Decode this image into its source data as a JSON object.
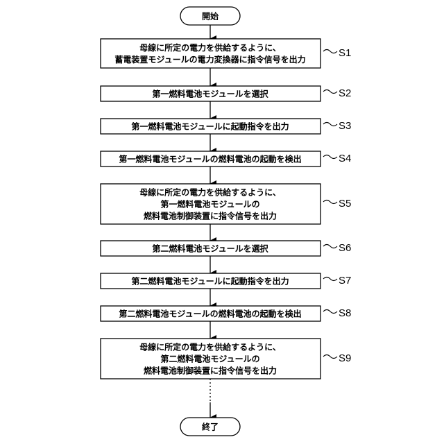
{
  "start": {
    "label": "開始"
  },
  "end": {
    "label": "終了"
  },
  "steps": [
    {
      "id": "S1",
      "lines": [
        "母線に所定の電力を供給するように、",
        "蓄電装置モジュールの電力変換器に指令信号を出力"
      ]
    },
    {
      "id": "S2",
      "lines": [
        "第一燃料電池モジュールを選択"
      ]
    },
    {
      "id": "S3",
      "lines": [
        "第一燃料電池モジュールに起動指令を出力"
      ]
    },
    {
      "id": "S4",
      "lines": [
        "第一燃料電池モジュールの燃料電池の起動を検出"
      ]
    },
    {
      "id": "S5",
      "lines": [
        "母線に所定の電力を供給するように、",
        "第一燃料電池モジュールの",
        "燃料電池制御装置に指令信号を出力"
      ]
    },
    {
      "id": "S6",
      "lines": [
        "第二燃料電池モジュールを選択"
      ]
    },
    {
      "id": "S7",
      "lines": [
        "第二燃料電池モジュールに起動指令を出力"
      ]
    },
    {
      "id": "S8",
      "lines": [
        "第二燃料電池モジュールの燃料電池の起動を検出"
      ]
    },
    {
      "id": "S9",
      "lines": [
        "母線に所定の電力を供給するように、",
        "第二燃料電池モジュールの",
        "燃料電池制御装置に指令信号を出力"
      ]
    }
  ]
}
